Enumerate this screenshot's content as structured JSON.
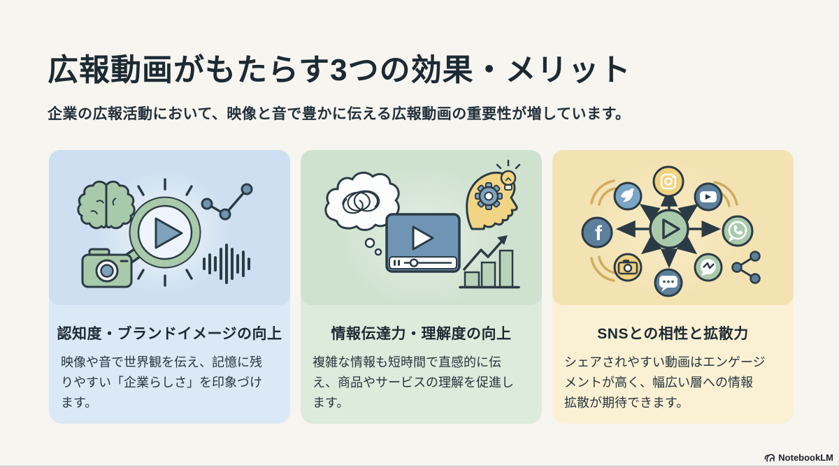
{
  "page": {
    "background": "#f7f5f0",
    "heading_color": "#1c2a33",
    "bottom_edge_color": "#4b5554"
  },
  "header": {
    "title": "広報動画がもたらす3つの効果・メリット",
    "subtitle": "企業の広報活動において、映像と音で豊かに伝える広報動画の重要性が増しています。"
  },
  "cards": [
    {
      "accent": "blue",
      "card_bg": "#dbe8f6",
      "panel_bg": "#cddff0",
      "title": "認知度・ブランドイメージの向上",
      "body_lines": [
        "映像や音で世界観を伝え、記憶に残",
        "りやすい「企業らしさ」を印象づけ",
        "ます。"
      ],
      "icons": [
        "brain-icon",
        "play-magnifier-icon",
        "camera-icon",
        "line-chart-icon",
        "waveform-icon",
        "rays-icon"
      ]
    },
    {
      "accent": "green",
      "card_bg": "#ddebdc",
      "panel_bg": "#cfe2d0",
      "title": "情報伝達力・理解度の向上",
      "body_lines": [
        "複雑な情報も短時間で直感的に伝",
        "え、商品やサービスの理解を促進し",
        "ます。"
      ],
      "icons": [
        "thought-cloud-icon",
        "scribble-icon",
        "video-player-icon",
        "head-gear-icon",
        "lightbulb-icon",
        "bar-chart-growth-icon"
      ]
    },
    {
      "accent": "yellow",
      "card_bg": "#faf0d3",
      "panel_bg": "#f3e2b2",
      "title": "SNSとの相性と拡散力",
      "body_lines": [
        "シェアされやすい動画はエンゲージ",
        "メントが高く、幅広い層への情報",
        "拡散が期待できます。"
      ],
      "facebook_glyph": "f",
      "icons": [
        "play-hub-icon",
        "twitter-icon",
        "instagram-icon",
        "youtube-icon",
        "facebook-icon",
        "whatsapp-icon",
        "camera-social-icon",
        "chat-bubble-icon",
        "messenger-icon",
        "share-icon",
        "signal-waves-icon"
      ]
    }
  ],
  "illustration_colors": {
    "outline": "#2b3b45",
    "green_fill": "#a9c9ab",
    "blue_fill": "#7fa3bd",
    "slate_circle": "#5c7f9c",
    "light_blue_circle": "#7aa6c6",
    "yellow_fill": "#f1d37e",
    "gold_arcs": "#d2ab60",
    "white": "#fdfdfd"
  },
  "footer": {
    "watermark": "NotebookLM"
  }
}
